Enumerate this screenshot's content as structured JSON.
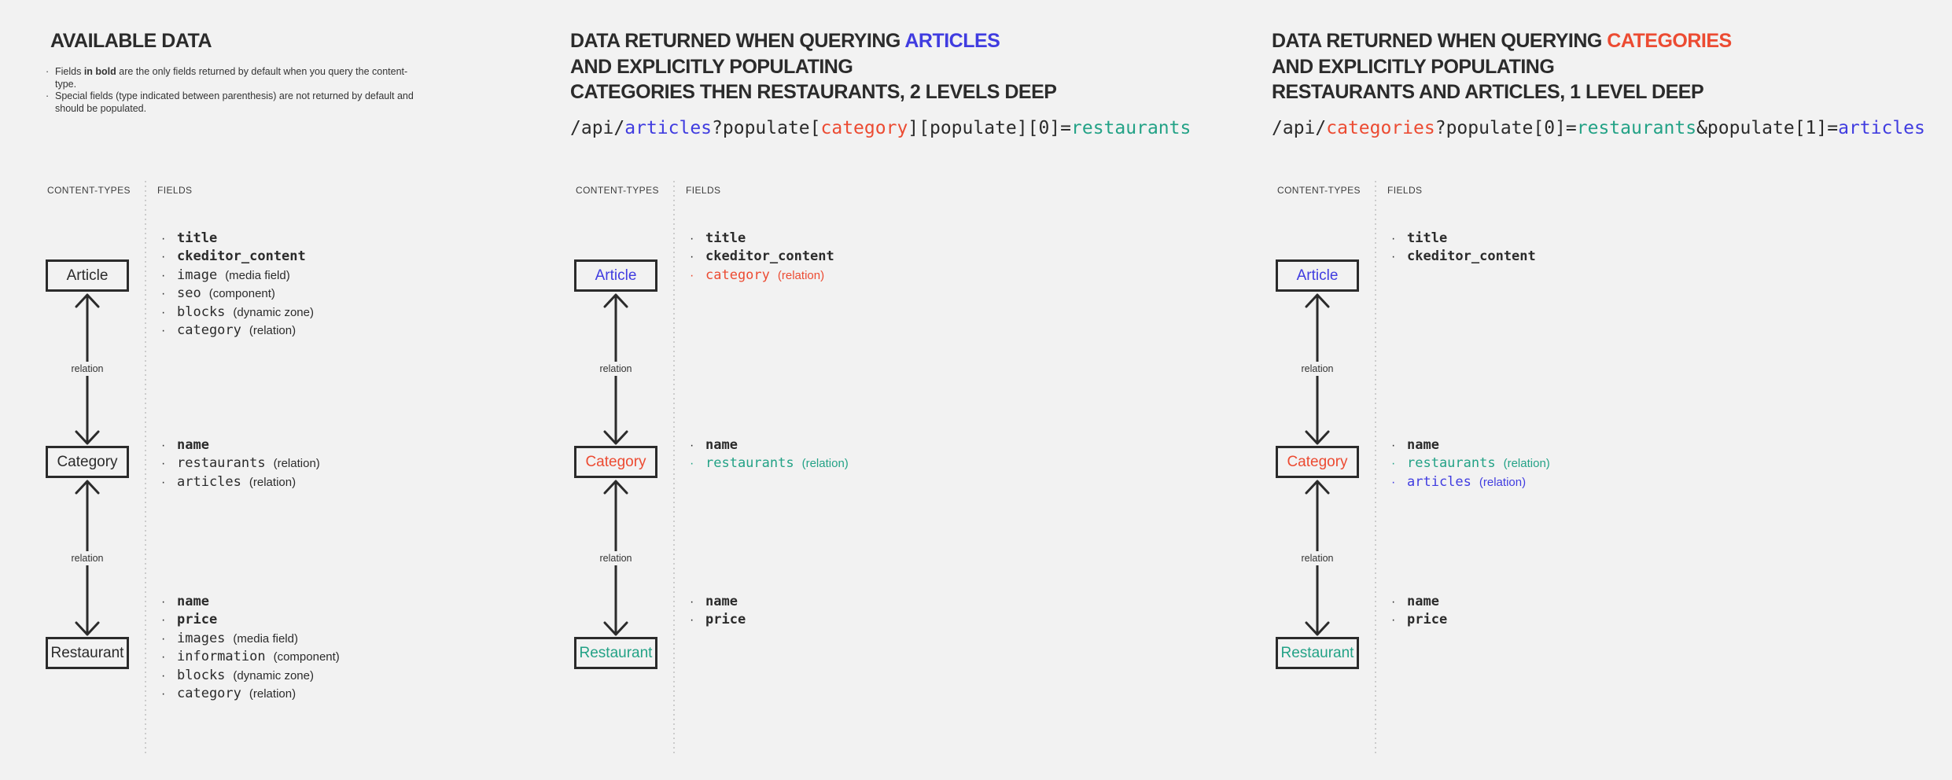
{
  "colors": {
    "background": "#f2f2f2",
    "dark": "#2b2b2b",
    "blue": "#403ce0",
    "red": "#ec4b32",
    "green": "#23a286",
    "divider": "#cccccc",
    "box_border": "#2b2b2b",
    "label_gray": "#3d3d3d",
    "note_text": "#333333"
  },
  "columns": [
    {
      "name": "available-data",
      "title_lines": [
        {
          "parts": [
            {
              "text": "AVAILABLE DATA",
              "tone": "dark"
            }
          ]
        }
      ],
      "notes": [
        {
          "bullet": "·",
          "parts": [
            {
              "text": "Fields ",
              "bold": false
            },
            {
              "text": "in bold",
              "bold": true
            },
            {
              "text": " are the only fields returned by default when you query the content-type.",
              "bold": false
            }
          ]
        },
        {
          "bullet": "·",
          "parts": [
            {
              "text": "Special fields (type indicated between parenthesis) are not returned by default and should be populated.",
              "bold": false
            }
          ]
        }
      ],
      "content_types_label": "CONTENT-TYPES",
      "fields_label": "FIELDS",
      "relation_label": "relation",
      "bullet_glyph": "·",
      "nodes": [
        {
          "label": "Article",
          "tone": "dark",
          "fields": [
            {
              "name": "title",
              "annotation": "",
              "bold": true,
              "tone": "dark"
            },
            {
              "name": "ckeditor_content",
              "annotation": "",
              "bold": true,
              "tone": "dark"
            },
            {
              "name": "image",
              "annotation": "(media field)",
              "bold": false,
              "tone": "dark"
            },
            {
              "name": "seo",
              "annotation": "(component)",
              "bold": false,
              "tone": "dark"
            },
            {
              "name": "blocks",
              "annotation": "(dynamic zone)",
              "bold": false,
              "tone": "dark"
            },
            {
              "name": "category",
              "annotation": "(relation)",
              "bold": false,
              "tone": "dark"
            }
          ]
        },
        {
          "label": "Category",
          "tone": "dark",
          "fields": [
            {
              "name": "name",
              "annotation": "",
              "bold": true,
              "tone": "dark"
            },
            {
              "name": "restaurants",
              "annotation": "(relation)",
              "bold": false,
              "tone": "dark"
            },
            {
              "name": "articles",
              "annotation": "(relation)",
              "bold": false,
              "tone": "dark"
            }
          ]
        },
        {
          "label": "Restaurant",
          "tone": "dark",
          "fields": [
            {
              "name": "name",
              "annotation": "",
              "bold": true,
              "tone": "dark"
            },
            {
              "name": "price",
              "annotation": "",
              "bold": true,
              "tone": "dark"
            },
            {
              "name": "images",
              "annotation": "(media field)",
              "bold": false,
              "tone": "dark"
            },
            {
              "name": "information",
              "annotation": "(component)",
              "bold": false,
              "tone": "dark"
            },
            {
              "name": "blocks",
              "annotation": "(dynamic zone)",
              "bold": false,
              "tone": "dark"
            },
            {
              "name": "category",
              "annotation": "(relation)",
              "bold": false,
              "tone": "dark"
            }
          ]
        }
      ]
    },
    {
      "name": "query-articles",
      "title_lines": [
        {
          "parts": [
            {
              "text": "DATA RETURNED WHEN QUERYING ",
              "tone": "dark"
            },
            {
              "text": "ARTICLES",
              "tone": "blue"
            }
          ]
        },
        {
          "parts": [
            {
              "text": "AND EXPLICITLY POPULATING",
              "tone": "dark"
            }
          ]
        },
        {
          "parts": [
            {
              "text": "CATEGORIES THEN RESTAURANTS, 2 LEVELS DEEP",
              "tone": "dark"
            }
          ]
        }
      ],
      "url_parts": [
        {
          "text": "/api/",
          "tone": "dark"
        },
        {
          "text": "articles",
          "tone": "blue"
        },
        {
          "text": "?populate[",
          "tone": "dark"
        },
        {
          "text": "category",
          "tone": "red"
        },
        {
          "text": "][populate][0]=",
          "tone": "dark"
        },
        {
          "text": "restaurants",
          "tone": "green"
        }
      ],
      "content_types_label": "CONTENT-TYPES",
      "fields_label": "FIELDS",
      "relation_label": "relation",
      "bullet_glyph": "·",
      "nodes": [
        {
          "label": "Article",
          "tone": "blue",
          "fields": [
            {
              "name": "title",
              "annotation": "",
              "bold": true,
              "tone": "dark"
            },
            {
              "name": "ckeditor_content",
              "annotation": "",
              "bold": true,
              "tone": "dark"
            },
            {
              "name": "category",
              "annotation": "(relation)",
              "bold": false,
              "tone": "red"
            }
          ]
        },
        {
          "label": "Category",
          "tone": "red",
          "fields": [
            {
              "name": "name",
              "annotation": "",
              "bold": true,
              "tone": "dark"
            },
            {
              "name": "restaurants",
              "annotation": "(relation)",
              "bold": false,
              "tone": "green"
            }
          ]
        },
        {
          "label": "Restaurant",
          "tone": "green",
          "fields": [
            {
              "name": "name",
              "annotation": "",
              "bold": true,
              "tone": "dark"
            },
            {
              "name": "price",
              "annotation": "",
              "bold": true,
              "tone": "dark"
            }
          ]
        }
      ]
    },
    {
      "name": "query-categories",
      "title_lines": [
        {
          "parts": [
            {
              "text": "DATA RETURNED WHEN QUERYING ",
              "tone": "dark"
            },
            {
              "text": "CATEGORIES",
              "tone": "red"
            }
          ]
        },
        {
          "parts": [
            {
              "text": "AND EXPLICITLY POPULATING",
              "tone": "dark"
            }
          ]
        },
        {
          "parts": [
            {
              "text": "RESTAURANTS AND ARTICLES, 1 LEVEL DEEP",
              "tone": "dark"
            }
          ]
        }
      ],
      "url_parts": [
        {
          "text": "/api/",
          "tone": "dark"
        },
        {
          "text": "categories",
          "tone": "red"
        },
        {
          "text": "?populate[0]=",
          "tone": "dark"
        },
        {
          "text": "restaurants",
          "tone": "green"
        },
        {
          "text": "&populate[1]=",
          "tone": "dark"
        },
        {
          "text": "articles",
          "tone": "blue"
        }
      ],
      "content_types_label": "CONTENT-TYPES",
      "fields_label": "FIELDS",
      "relation_label": "relation",
      "bullet_glyph": "·",
      "nodes": [
        {
          "label": "Article",
          "tone": "blue",
          "fields": [
            {
              "name": "title",
              "annotation": "",
              "bold": true,
              "tone": "dark"
            },
            {
              "name": "ckeditor_content",
              "annotation": "",
              "bold": true,
              "tone": "dark"
            }
          ]
        },
        {
          "label": "Category",
          "tone": "red",
          "fields": [
            {
              "name": "name",
              "annotation": "",
              "bold": true,
              "tone": "dark"
            },
            {
              "name": "restaurants",
              "annotation": "(relation)",
              "bold": false,
              "tone": "green"
            },
            {
              "name": "articles",
              "annotation": "(relation)",
              "bold": false,
              "tone": "blue"
            }
          ]
        },
        {
          "label": "Restaurant",
          "tone": "green",
          "fields": [
            {
              "name": "name",
              "annotation": "",
              "bold": true,
              "tone": "dark"
            },
            {
              "name": "price",
              "annotation": "",
              "bold": true,
              "tone": "dark"
            }
          ]
        }
      ]
    }
  ]
}
